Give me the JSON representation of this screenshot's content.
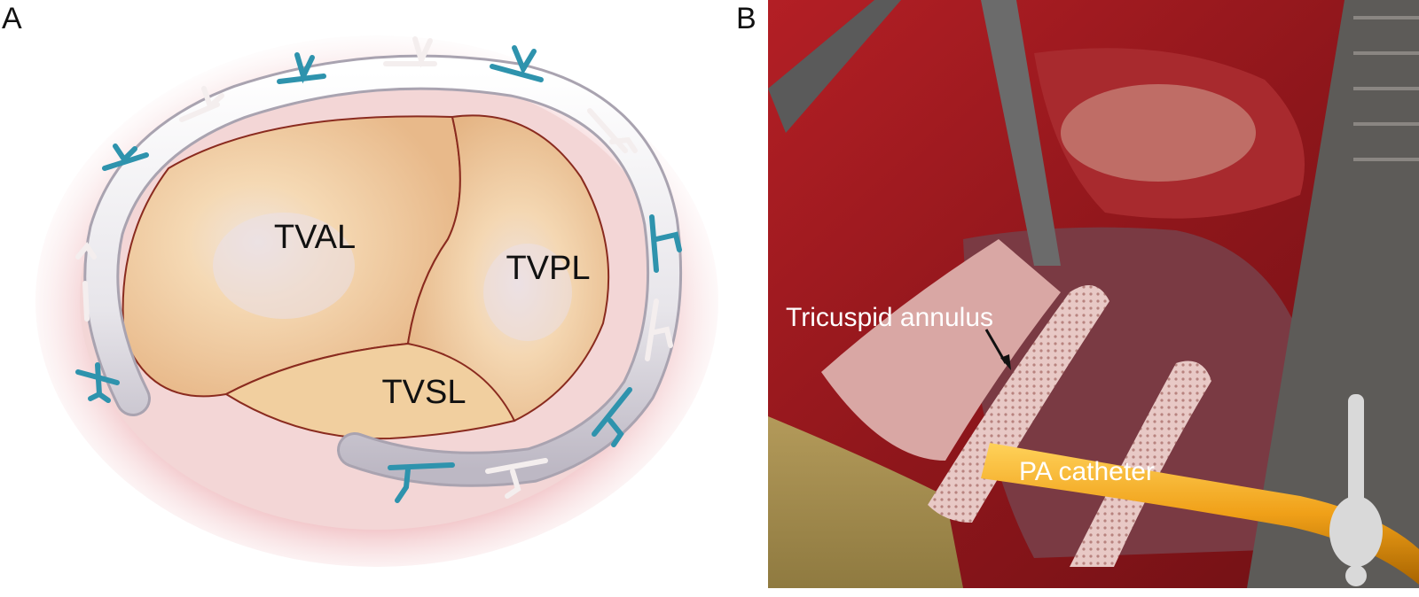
{
  "panels": {
    "a": {
      "letter": "A",
      "labels": {
        "anterior_leaflet": "TVAL",
        "posterior_leaflet": "TVPL",
        "septal_leaflet": "TVSL"
      }
    },
    "b": {
      "letter": "B",
      "labels": {
        "annulus": "Tricuspid annulus",
        "catheter": "PA catheter"
      }
    }
  },
  "colors": {
    "suture_blue": "#2e93ad",
    "suture_white": "#f4eeee",
    "leaflet": "#f3d3a8",
    "ring": "#e8e6ec",
    "tissue_red": "#9e1c22"
  }
}
